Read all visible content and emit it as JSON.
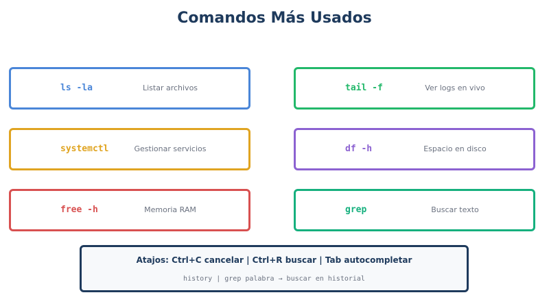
{
  "title": "Comandos Más Usados",
  "colors": {
    "title": "#1e3a5c",
    "description": "#6b7280",
    "shortcuts_border": "#1e3a5c",
    "shortcuts_background": "#f7f9fb"
  },
  "commands": [
    {
      "command": "ls -la",
      "description": "Listar archivos",
      "color": "#4a86d8"
    },
    {
      "command": "tail -f",
      "description": "Ver logs en vivo",
      "color": "#22b86a"
    },
    {
      "command": "systemctl",
      "description": "Gestionar servicios",
      "color": "#e0a421"
    },
    {
      "command": "df -h",
      "description": "Espacio en disco",
      "color": "#8c62d1"
    },
    {
      "command": "free -h",
      "description": "Memoria RAM",
      "color": "#d85050"
    },
    {
      "command": "grep",
      "description": "Buscar texto",
      "color": "#16b07e"
    }
  ],
  "shortcuts": {
    "title": "Atajos: Ctrl+C cancelar | Ctrl+R buscar | Tab autocompletar",
    "tip": "history | grep palabra → buscar en historial"
  }
}
